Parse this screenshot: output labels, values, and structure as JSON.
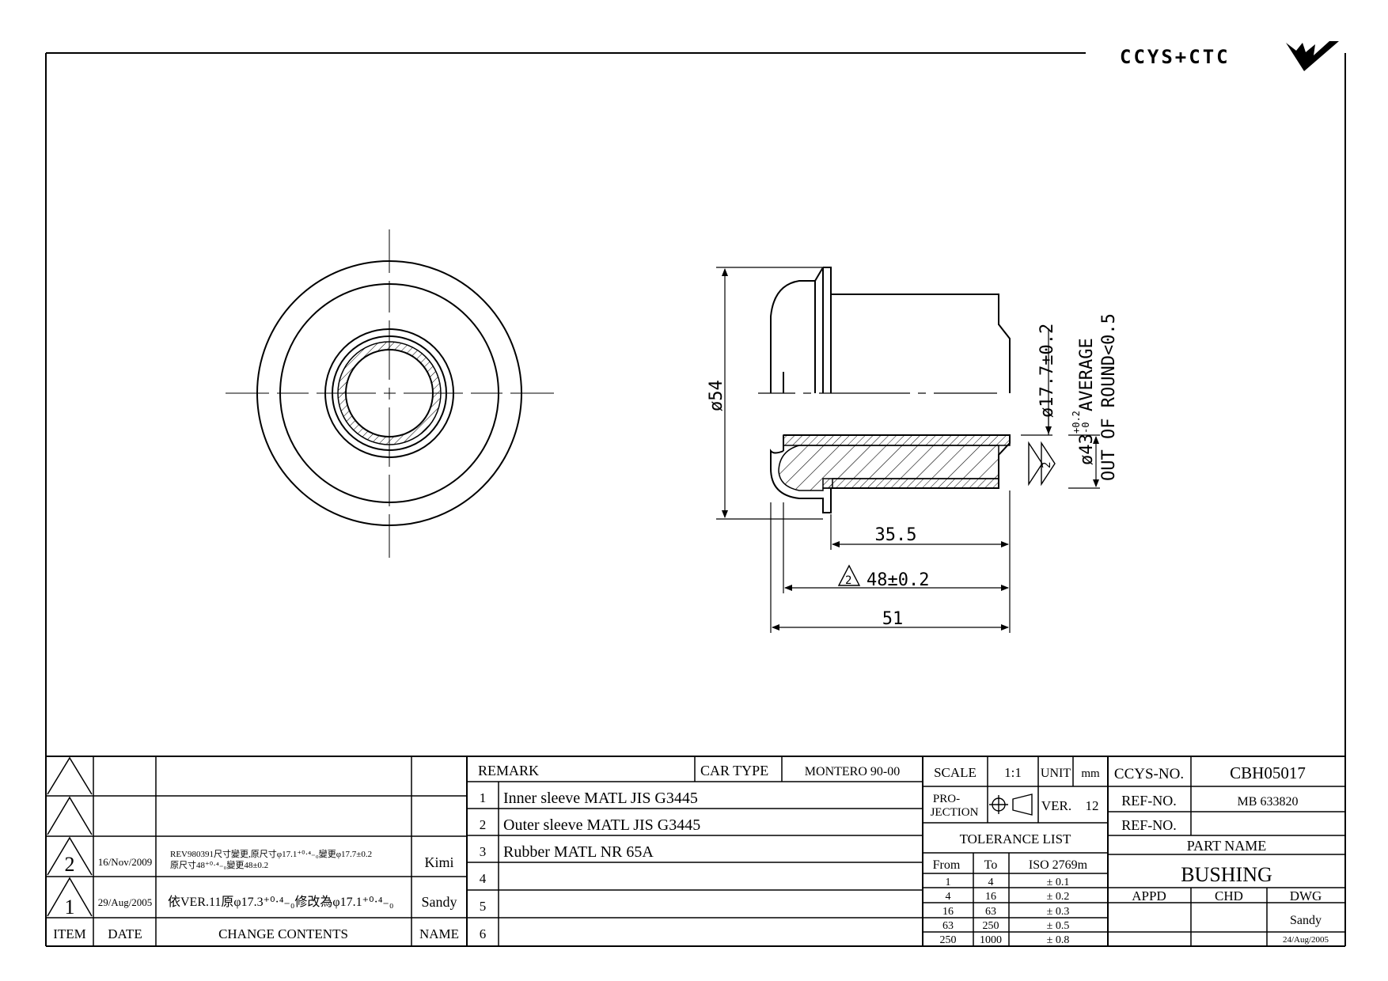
{
  "logo": {
    "text": "CCYS+CTC"
  },
  "dimensions": {
    "d54": "ø54",
    "d17_7": "ø17.7±0.2",
    "d43_base": "ø43",
    "d43_tol_upper": "+0.2",
    "d43_tol_lower": "-0",
    "d43_note": "AVERAGE",
    "round_note": "OUT OF ROUND<0.5",
    "len35_5": "35.5",
    "len48": "48±0.2",
    "len51": "51",
    "rev2_mark": "2"
  },
  "revision_table": {
    "rows": [
      {
        "item": "",
        "date": "",
        "contents": "",
        "name": ""
      },
      {
        "item": "",
        "date": "",
        "contents": "",
        "name": ""
      },
      {
        "item": "2",
        "date": "16/Nov/2009",
        "contents_line1": "REV980391尺寸變更,原尺寸φ17.1⁺⁰·⁴₋₀變更φ17.7±0.2",
        "contents_line2": "原尺寸48⁺⁰·⁴₋₀變更48±0.2",
        "name": "Kimi"
      },
      {
        "item": "1",
        "date": "29/Aug/2005",
        "contents": "依VER.11原φ17.3⁺⁰·⁴₋₀修改為φ17.1⁺⁰·⁴₋₀",
        "name": "Sandy"
      }
    ],
    "header": {
      "item": "ITEM",
      "date": "DATE",
      "contents": "CHANGE CONTENTS",
      "name": "NAME"
    }
  },
  "remarks": {
    "header": "REMARK",
    "car_type_label": "CAR TYPE",
    "car_type_value": "MONTERO 90-00",
    "rows": [
      {
        "no": "1",
        "text": "Inner sleeve MATL JIS G3445"
      },
      {
        "no": "2",
        "text": "Outer sleeve MATL JIS G3445"
      },
      {
        "no": "3",
        "text": "Rubber MATL NR 65A"
      },
      {
        "no": "4",
        "text": ""
      },
      {
        "no": "5",
        "text": ""
      },
      {
        "no": "6",
        "text": ""
      }
    ]
  },
  "specs": {
    "scale_label": "SCALE",
    "scale_value": "1:1",
    "unit_label": "UNIT",
    "unit_value": "mm",
    "projection_label_1": "PRO-",
    "projection_label_2": "JECTION",
    "ver_label": "VER.",
    "ver_value": "12",
    "tolerance_title": "TOLERANCE LIST",
    "tolerance_header": {
      "from": "From",
      "to": "To",
      "iso": "ISO 2769m"
    },
    "tolerance_rows": [
      {
        "from": "1",
        "to": "4",
        "tol": "± 0.1"
      },
      {
        "from": "4",
        "to": "16",
        "tol": "± 0.2"
      },
      {
        "from": "16",
        "to": "63",
        "tol": "± 0.3"
      },
      {
        "from": "63",
        "to": "250",
        "tol": "± 0.5"
      },
      {
        "from": "250",
        "to": "1000",
        "tol": "± 0.8"
      }
    ]
  },
  "title_block": {
    "ccys_no_label": "CCYS-NO.",
    "ccys_no_value": "CBH05017",
    "ref_no_label": "REF-NO.",
    "ref_no_value": "MB 633820",
    "ref_no2_label": "REF-NO.",
    "ref_no2_value": "",
    "part_name_label": "PART NAME",
    "part_name_value": "BUSHING",
    "appd_label": "APPD",
    "chd_label": "CHD",
    "dwg_label": "DWG",
    "dwg_name": "Sandy",
    "dwg_date": "24/Aug/2005"
  }
}
